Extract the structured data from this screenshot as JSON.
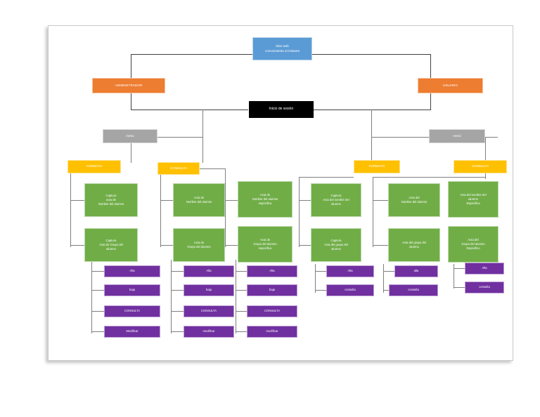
{
  "diagram": {
    "title_node": {
      "line1": "Sitio web",
      "line2": "conocimiento al instante"
    },
    "roles": {
      "admin": "ADMINISTRADOR",
      "user": "USUARIO"
    },
    "login": "Inicio de sesión",
    "menu_left": "menu",
    "menu_right": "menú",
    "admin_branches": {
      "formato": "FORMATO",
      "consulta": "CONSULTA"
    },
    "user_branches": {
      "formato": "FORMATO",
      "consulta": "CONSULTA"
    },
    "admin_formato": [
      {
        "l1": "Captura",
        "l2": "acta de",
        "l3": "Nombre del alumno"
      },
      {
        "l1": "Captura",
        "l2": "Acta de Grupo del",
        "l3": "alumno"
      }
    ],
    "admin_consulta_a": [
      {
        "l1": "Acta de",
        "l2": "Nombre del alumno",
        "l3": ""
      },
      {
        "l1": "Acta de",
        "l2": "Grupo del alumno",
        "l3": ""
      }
    ],
    "admin_consulta_b": [
      {
        "l1": "Acta de",
        "l2": "Nombre del alumno",
        "l3": "especifica"
      },
      {
        "l1": "Acta de",
        "l2": "Grupo del alumno",
        "l3": "especifica"
      }
    ],
    "user_formato": [
      {
        "l1": "Captura",
        "l2": "Acta del nombre del",
        "l3": "alumno"
      },
      {
        "l1": "Captura",
        "l2": "Acta del grupo del",
        "l3": "alumno"
      }
    ],
    "user_consulta_a": [
      {
        "l1": "Acta del",
        "l2": "Nombre del alumno",
        "l3": ""
      },
      {
        "l1": "Acta del grupo del",
        "l2": "alumno",
        "l3": ""
      }
    ],
    "user_consulta_b": [
      {
        "l1": "Acta del nombre del",
        "l2": "alumno",
        "l3": "Especifica"
      },
      {
        "l1": "Acta del",
        "l2": "Grupo del alumno",
        "l3": "Especifico"
      }
    ],
    "actions_col1": [
      "Alta",
      "baja",
      "CONSULTA",
      "Modificar"
    ],
    "actions_col2": [
      "Alta",
      "baja",
      "CONSULTA",
      "modificar"
    ],
    "actions_col3": [
      "Alta",
      "baja",
      "CONSULTA",
      "modificar"
    ],
    "actions_col4": [
      "Alta",
      "consulta"
    ],
    "actions_col5": [
      "alta",
      "consulta"
    ],
    "actions_col6": [
      "Alta",
      "consulta"
    ]
  },
  "colors": {
    "blue": "#5b9bd5",
    "orange": "#ed7d31",
    "black": "#000000",
    "gray": "#a5a5a5",
    "yellow": "#ffc000",
    "green": "#70ad47",
    "purple": "#7030a0",
    "connector": "#7f7f7f"
  }
}
